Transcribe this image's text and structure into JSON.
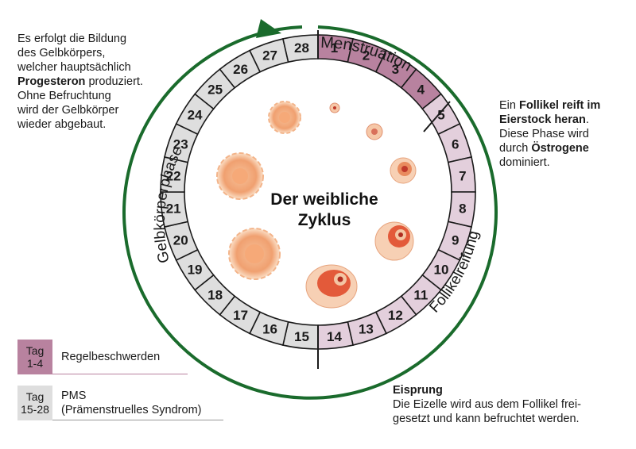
{
  "title_line1": "Der weibliche",
  "title_line2": "Zyklus",
  "phases": {
    "menstruation": "Menstruation",
    "follikelreifung": "Follikelreifung",
    "gelbkoerperphase": "Gelbkörperphase"
  },
  "days": [
    "1",
    "2",
    "3",
    "4",
    "5",
    "6",
    "7",
    "8",
    "9",
    "10",
    "11",
    "12",
    "13",
    "14",
    "15",
    "16",
    "17",
    "18",
    "19",
    "20",
    "21",
    "22",
    "23",
    "24",
    "25",
    "26",
    "27",
    "28"
  ],
  "colors": {
    "menstruation": "#b8829f",
    "follikel": "#e3cfdc",
    "gelb": "#dedede",
    "arrow": "#1a6b2c",
    "line": "#1a1a1a"
  },
  "note_top_left": {
    "l1": "Es erfolgt die Bildung",
    "l2": "des Gelbkörpers,",
    "l3": "welcher hauptsächlich",
    "l4_bold": "Progesteron",
    "l4_rest": " produziert.",
    "l5": "Ohne Befruchtung",
    "l6": "wird der Gelbkörper",
    "l7": "wieder abgebaut."
  },
  "note_right": {
    "l1_pre": "Ein ",
    "l1_bold": "Follikel reift im",
    "l2_bold": "Eierstock heran",
    "l2_rest": ".",
    "l3": "Diese Phase wird",
    "l4_pre": "durch ",
    "l4_bold": "Östrogene",
    "l5": "dominiert."
  },
  "note_bottom_right": {
    "title": "Eisprung",
    "l1": "Die Eizelle wird aus dem Follikel frei-",
    "l2": "gesetzt und kann befruchtet werden."
  },
  "legend": [
    {
      "tag1": "Tag",
      "tag2": "1-4",
      "text1": "Regelbeschwerden",
      "text2": "",
      "color": "#b8829f",
      "line_color": "#b8829f"
    },
    {
      "tag1": "Tag",
      "tag2": "15-28",
      "text1": "PMS",
      "text2": "(Prämenstruelles Syndrom)",
      "color": "#dedede",
      "line_color": "#999999"
    }
  ]
}
